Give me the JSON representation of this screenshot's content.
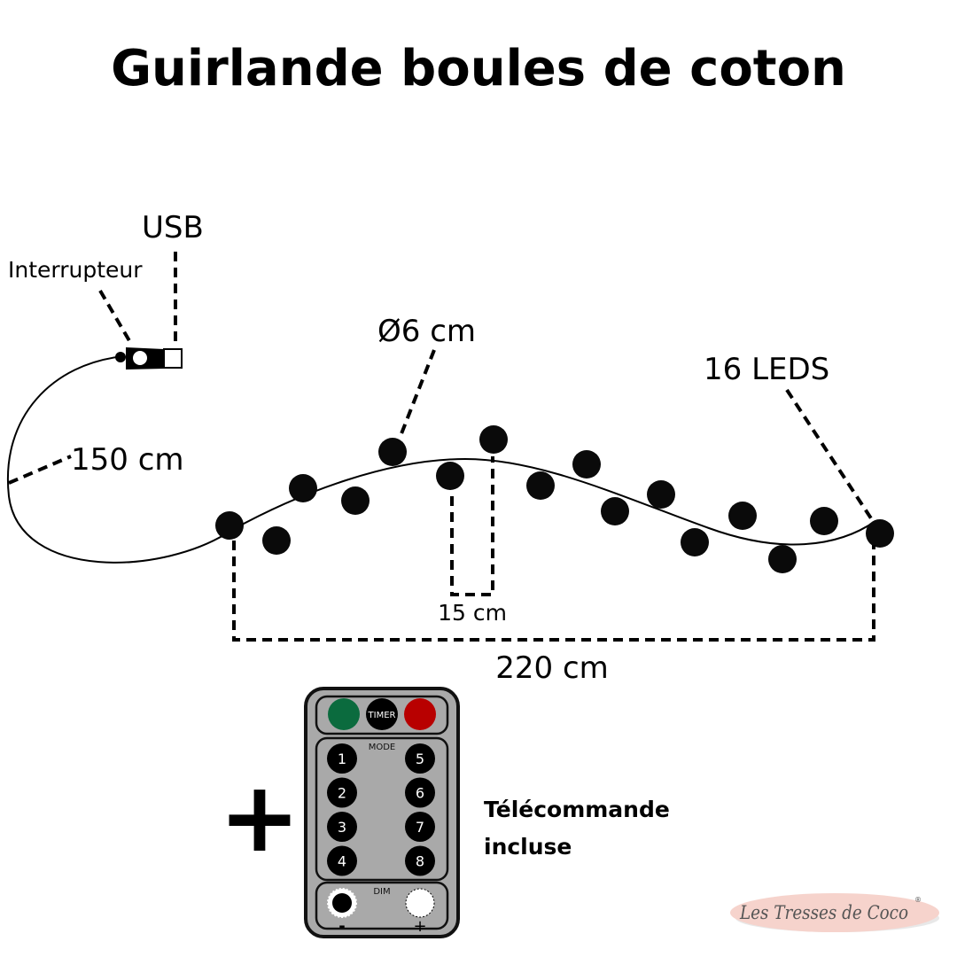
{
  "title": "Guirlande boules de coton",
  "labels": {
    "usb": "USB",
    "switch": "Interrupteur",
    "diameter": "Ø6 cm",
    "leds": "16 LEDS",
    "cable_length": "150 cm",
    "spacing": "15 cm",
    "garland_length": "220 cm"
  },
  "remote": {
    "timer": "TIMER",
    "mode": "MODE",
    "buttons": [
      "1",
      "2",
      "3",
      "4",
      "5",
      "6",
      "7",
      "8"
    ],
    "dim": "DIM",
    "minus": "-",
    "plus": "+",
    "colors": {
      "on": "#0b6b3e",
      "off": "#b80000",
      "body": "#a9a9a9"
    }
  },
  "plus_sign": "+",
  "remote_caption": [
    "Télécommande",
    "incluse"
  ],
  "logo": {
    "text": "Les Tresses de Coco",
    "mark": "®"
  }
}
